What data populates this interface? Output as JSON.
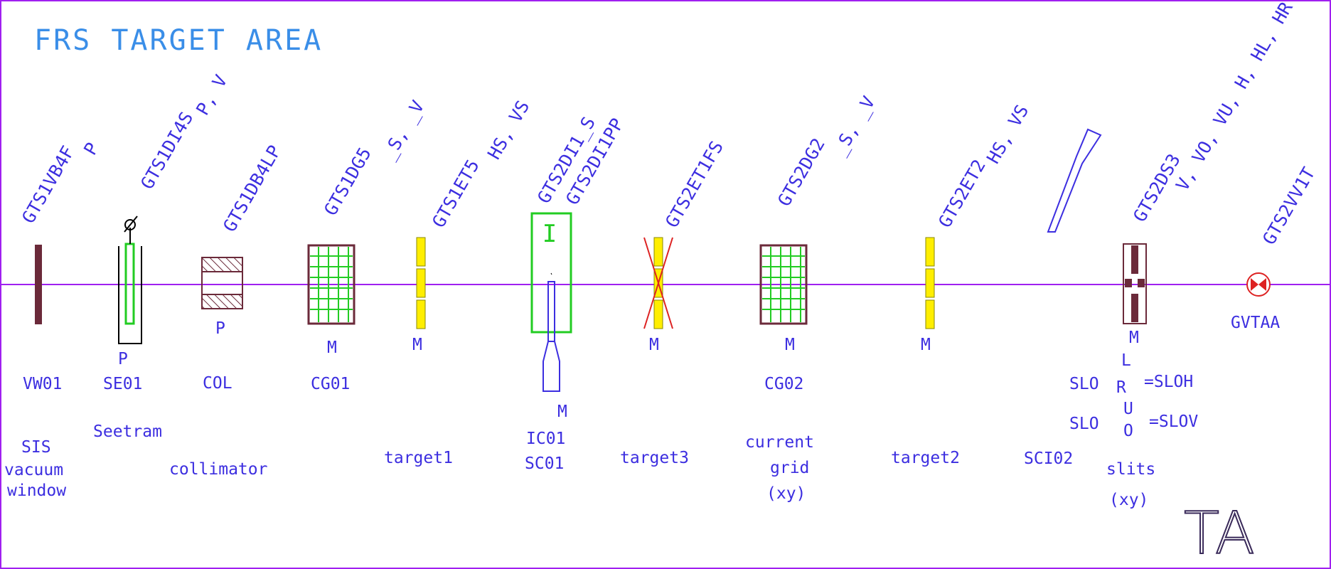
{
  "title": "FRS  TARGET AREA",
  "corner_mark": "TA",
  "colors": {
    "beamline": "#a020f0",
    "text": "#3c2ee0",
    "title": "#3a8ee8",
    "maroon": "#6b2a3a",
    "green": "#22cc22",
    "yellow": "#ffee00",
    "red": "#dd2222"
  },
  "devices": {
    "vw01": {
      "tag": "GTS1VB4F",
      "suffix": "P",
      "name": "VW01",
      "desc1": "SIS",
      "desc2": "vacuum",
      "desc3": "window"
    },
    "se01": {
      "tag": "GTS1DI4S",
      "suffix": "P, V",
      "drive": "P",
      "name": "SE01",
      "desc1": "Seetram"
    },
    "col": {
      "tag": "GTS1DB4LP",
      "drive": "P",
      "name": "COL",
      "desc1": "collimator"
    },
    "cg01": {
      "tag": "GTS1DG5",
      "suffix": "_S, _V",
      "drive": "M",
      "name": "CG01"
    },
    "target1": {
      "tag": "GTS1ET5",
      "suffix": "HS, VS",
      "drive": "M",
      "desc1": "target1"
    },
    "ic01": {
      "tag": "GTS2DI1_S",
      "tag2": "GTS2DI1PP",
      "symbol": "I",
      "drive": "M",
      "name": "IC01",
      "name2": "SC01"
    },
    "target3": {
      "tag": "GTS2ET1FS",
      "drive": "M",
      "desc1": "target3"
    },
    "cg02": {
      "tag": "GTS2DG2",
      "suffix": "_S, _V",
      "drive": "M",
      "name": "CG02",
      "desc1": "current",
      "desc2": "grid",
      "desc3": "(xy)"
    },
    "target2": {
      "tag": "GTS2ET2",
      "suffix": "HS, VS",
      "drive": "M",
      "desc1": "target2"
    },
    "sci02": {
      "name": "SCI02"
    },
    "slits": {
      "tag": "GTS2DS3",
      "suffix": "V, VO, VU, H, HL, HR",
      "drive": "M",
      "slo": "SLO",
      "l": "L",
      "r": "R",
      "u": "U",
      "o": "O",
      "eq_h": "=SLOH",
      "eq_v": "=SLOV",
      "desc1": "slits",
      "desc2": "(xy)"
    },
    "gvtaa": {
      "tag": "GTS2VV1T",
      "name": "GVTAA"
    }
  }
}
